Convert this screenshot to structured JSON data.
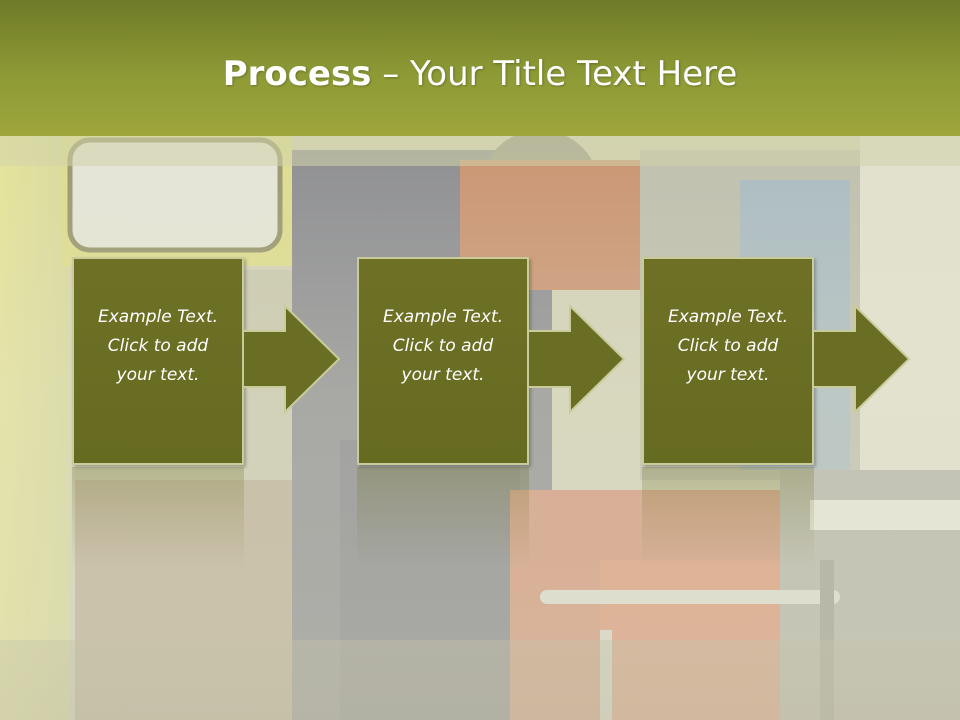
{
  "slide": {
    "title_bold": "Process",
    "title_rest": " – Your Title Text Here"
  },
  "steps": [
    {
      "text": "Example Text.\nClick  to add\nyour text."
    },
    {
      "text": "Example Text.\nClick  to add\nyour text."
    },
    {
      "text": "Example Text.\nClick  to add\nyour text."
    }
  ],
  "colors": {
    "title_bar": "#8e9a35",
    "box_fill": "#6a6e24",
    "box_border": "#c9cc9a",
    "arrow_fill": "#6a6e24"
  },
  "icons": {
    "arrow": "right-arrow-icon"
  }
}
